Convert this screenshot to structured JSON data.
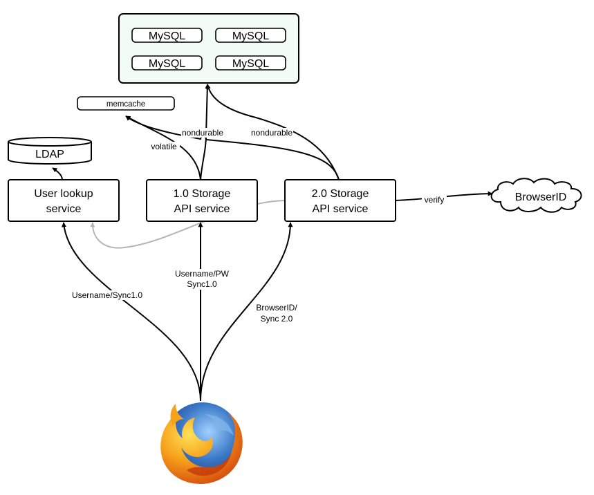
{
  "colors": {
    "database_fill": "#f2fbf4",
    "gray_edge": "#b4b4b4",
    "stroke": "#000000"
  },
  "nodes": {
    "mysql": [
      "MySQL",
      "MySQL",
      "MySQL",
      "MySQL"
    ],
    "memcache": "memcache",
    "ldap": "LDAP",
    "user_lookup": [
      "User lookup",
      "service"
    ],
    "storage_1": [
      "1.0 Storage",
      "API service"
    ],
    "storage_2": [
      "2.0 Storage",
      "API service"
    ],
    "browserid": "BrowserID",
    "client_icon": "firefox-logo"
  },
  "edges": {
    "volatile": "volatile",
    "nondurable_1": "nondurable",
    "nondurable_2": "nondurable",
    "verify": "verify",
    "username_sync1": "Username/Sync1.0",
    "username_pw": [
      "Username/PW",
      "Sync1.0"
    ],
    "browserid_sync2": [
      "BrowserID/",
      "Sync 2.0"
    ]
  }
}
